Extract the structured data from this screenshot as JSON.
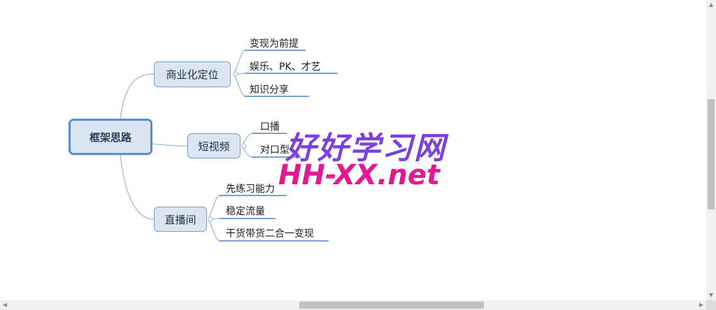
{
  "mindmap": {
    "root": "框架思路",
    "branches": [
      {
        "label": "商业化定位",
        "children": [
          "变现为前提",
          "娱乐、PK、才艺",
          "知识分享"
        ]
      },
      {
        "label": "短视频",
        "children": [
          "口播",
          "对口型"
        ]
      },
      {
        "label": "直播间",
        "children": [
          "先练习能力",
          "稳定流量",
          "干货带货二合一变现"
        ]
      }
    ]
  },
  "watermark": {
    "line1": "好好学习网",
    "line2": "HH-XX.net"
  },
  "colors": {
    "node_fill": "#dbe5f1",
    "node_border": "#7f9fc8",
    "root_border": "#5b8cd0",
    "link": "#a9c1e2",
    "underline": "#5b8cd0"
  }
}
